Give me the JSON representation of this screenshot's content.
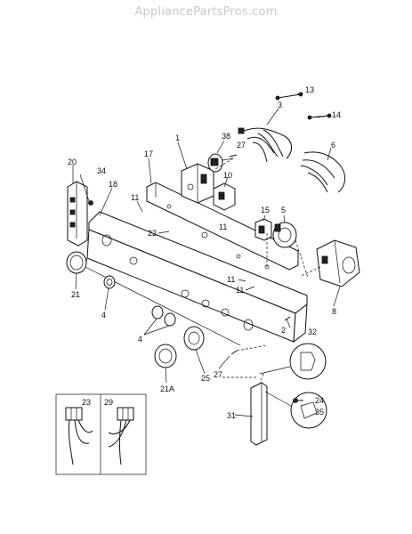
{
  "watermark": "AppliancePartsPros.com",
  "callouts": {
    "c1": "1",
    "c2": "2",
    "c3": "3",
    "c4a": "4",
    "c4b": "4",
    "c5": "5",
    "c6": "6",
    "c8": "8",
    "c10": "10",
    "c11a": "11",
    "c11b": "11",
    "c11c": "11",
    "c13": "13",
    "c14": "14",
    "c15": "15",
    "c17": "17",
    "c18": "18",
    "c20": "20",
    "c21": "21",
    "c21a": "21A",
    "c22": "22",
    "c23": "23",
    "c24": "24",
    "c25": "25",
    "c27a": "27",
    "c27b": "27",
    "c29": "29",
    "c31": "31",
    "c32": "32",
    "c34": "34",
    "c35": "35",
    "c38": "38"
  }
}
